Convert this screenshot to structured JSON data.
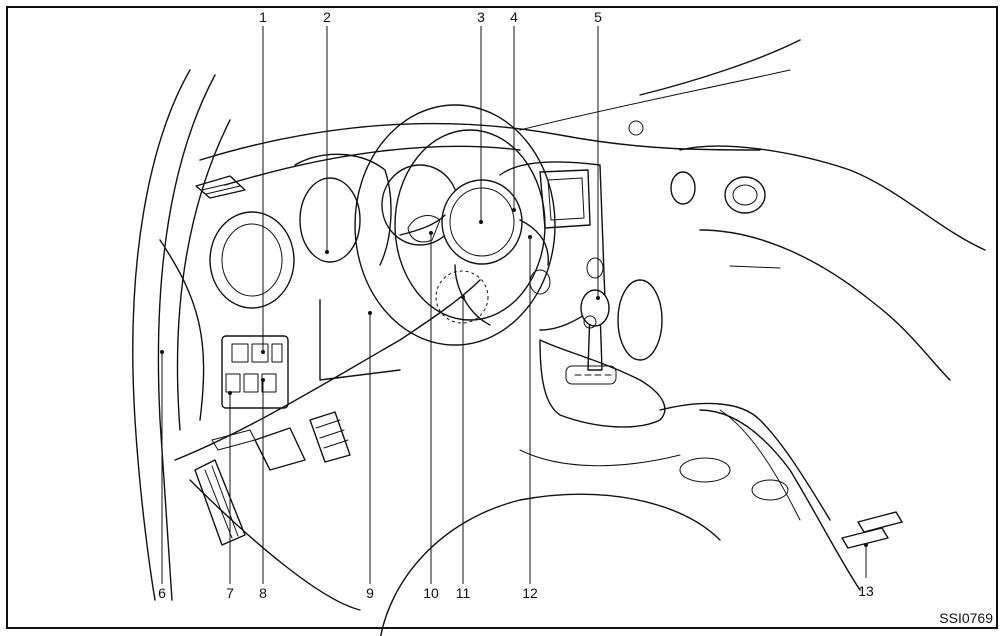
{
  "figure_code": "SSI0769",
  "callouts": [
    "1",
    "2",
    "3",
    "4",
    "5",
    "6",
    "7",
    "8",
    "9",
    "10",
    "11",
    "12",
    "13"
  ]
}
